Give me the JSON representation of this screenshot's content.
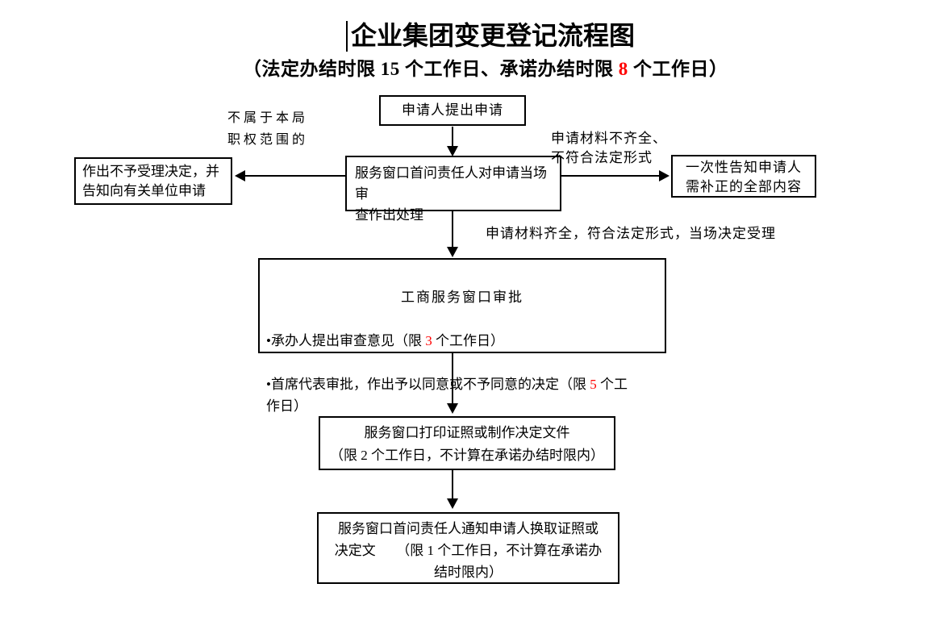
{
  "colors": {
    "red": "#FF0000",
    "ink": "#000000"
  },
  "header": {
    "title": "企业集团变更登记流程图",
    "subtitle_segments": [
      {
        "t": "（法定办结时限 15 个工作日、承诺办结时限 "
      },
      {
        "t": "8",
        "red": true
      },
      {
        "t": " 个工作日）"
      }
    ]
  },
  "boxes": {
    "apply": {
      "text": "申请人提出申请"
    },
    "review": {
      "text": "服务窗口首问责任人对申请当场审\n查作出处理"
    },
    "reject": {
      "text": "作出不予受理决定，并\n告知向有关单位申请"
    },
    "notify_correction": {
      "text": "一次性告知申请人\n需补正的全部内容"
    },
    "approval": {
      "heading": "工商服务窗口审批",
      "items": [
        {
          "segments": [
            {
              "t": "•承办人提出审查意见（限 "
            },
            {
              "t": "3",
              "red": true
            },
            {
              "t": " 个工作日）"
            }
          ]
        },
        {
          "segments": [
            {
              "t": "•首席代表审批，作出予以同意或不予同意的决定（限 "
            },
            {
              "t": "5",
              "red": true
            },
            {
              "t": " 个工\n作日）"
            }
          ]
        }
      ]
    },
    "print": {
      "text": "服务窗口打印证照或制作决定文件\n（限 2 个工作日，不计算在承诺办结时限内）"
    },
    "final_notify": {
      "text": "服务窗口首问责任人通知申请人换取证照或\n决定文　　（限 1 个工作日，不计算在承诺办\n结时限内）"
    }
  },
  "edge_labels": {
    "not_jurisdiction": "不属于本局\n职权范围的",
    "materials_incomplete": "申请材料不齐全、\n不符合法定形式",
    "materials_complete": "申请材料齐全，符合法定形式，当场决定受理"
  }
}
